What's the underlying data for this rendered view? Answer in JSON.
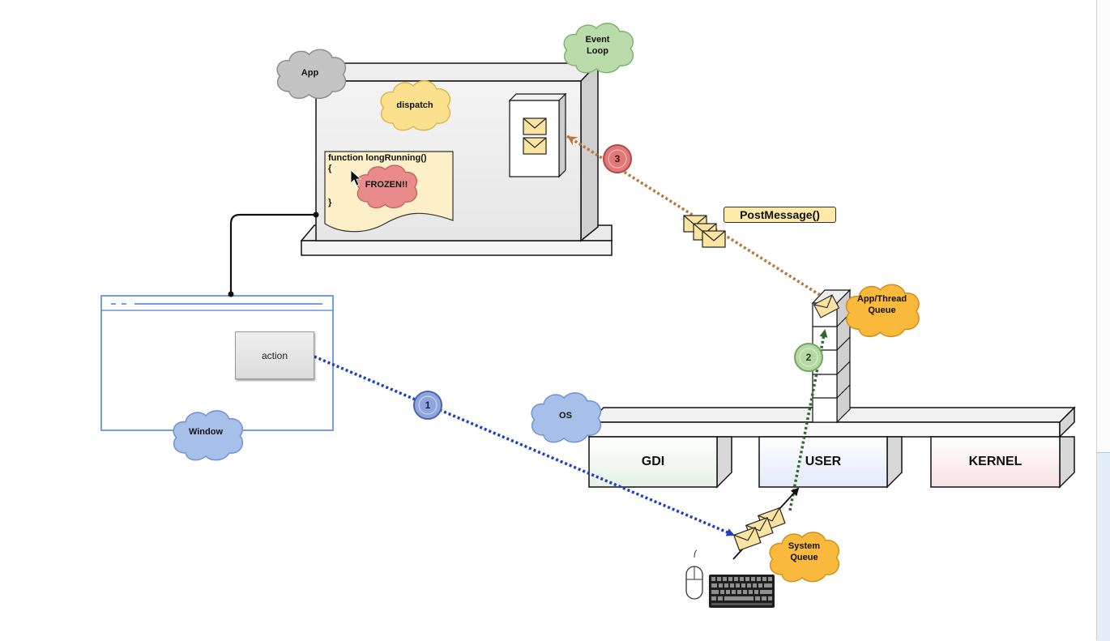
{
  "clouds": {
    "app": "App",
    "event_loop": "Event\nLoop",
    "dispatch": "dispatch",
    "frozen": "FROZEN!!",
    "window": "Window",
    "os": "OS",
    "app_thread_queue": "App/Thread\nQueue",
    "system_queue": "System\nQueue"
  },
  "code_block": {
    "line1": "function longRunning()",
    "line2": "{",
    "line3": "}"
  },
  "window_widget": {
    "button_label": "action"
  },
  "os_layers": [
    "GDI",
    "USER",
    "KERNEL"
  ],
  "post_message_label": "PostMessage()",
  "steps": [
    "1",
    "2",
    "3"
  ],
  "colors": {
    "cloud_gray": "#bdbdbd",
    "cloud_green": "#b7dba6",
    "cloud_yellow": "#fbe08a",
    "cloud_red": "#e88a8a",
    "cloud_blue": "#a3bde8",
    "cloud_orange": "#f7b73a",
    "arrow_blue": "#1f3fbf",
    "arrow_green": "#2f6b2a",
    "arrow_brown": "#b8783a"
  }
}
